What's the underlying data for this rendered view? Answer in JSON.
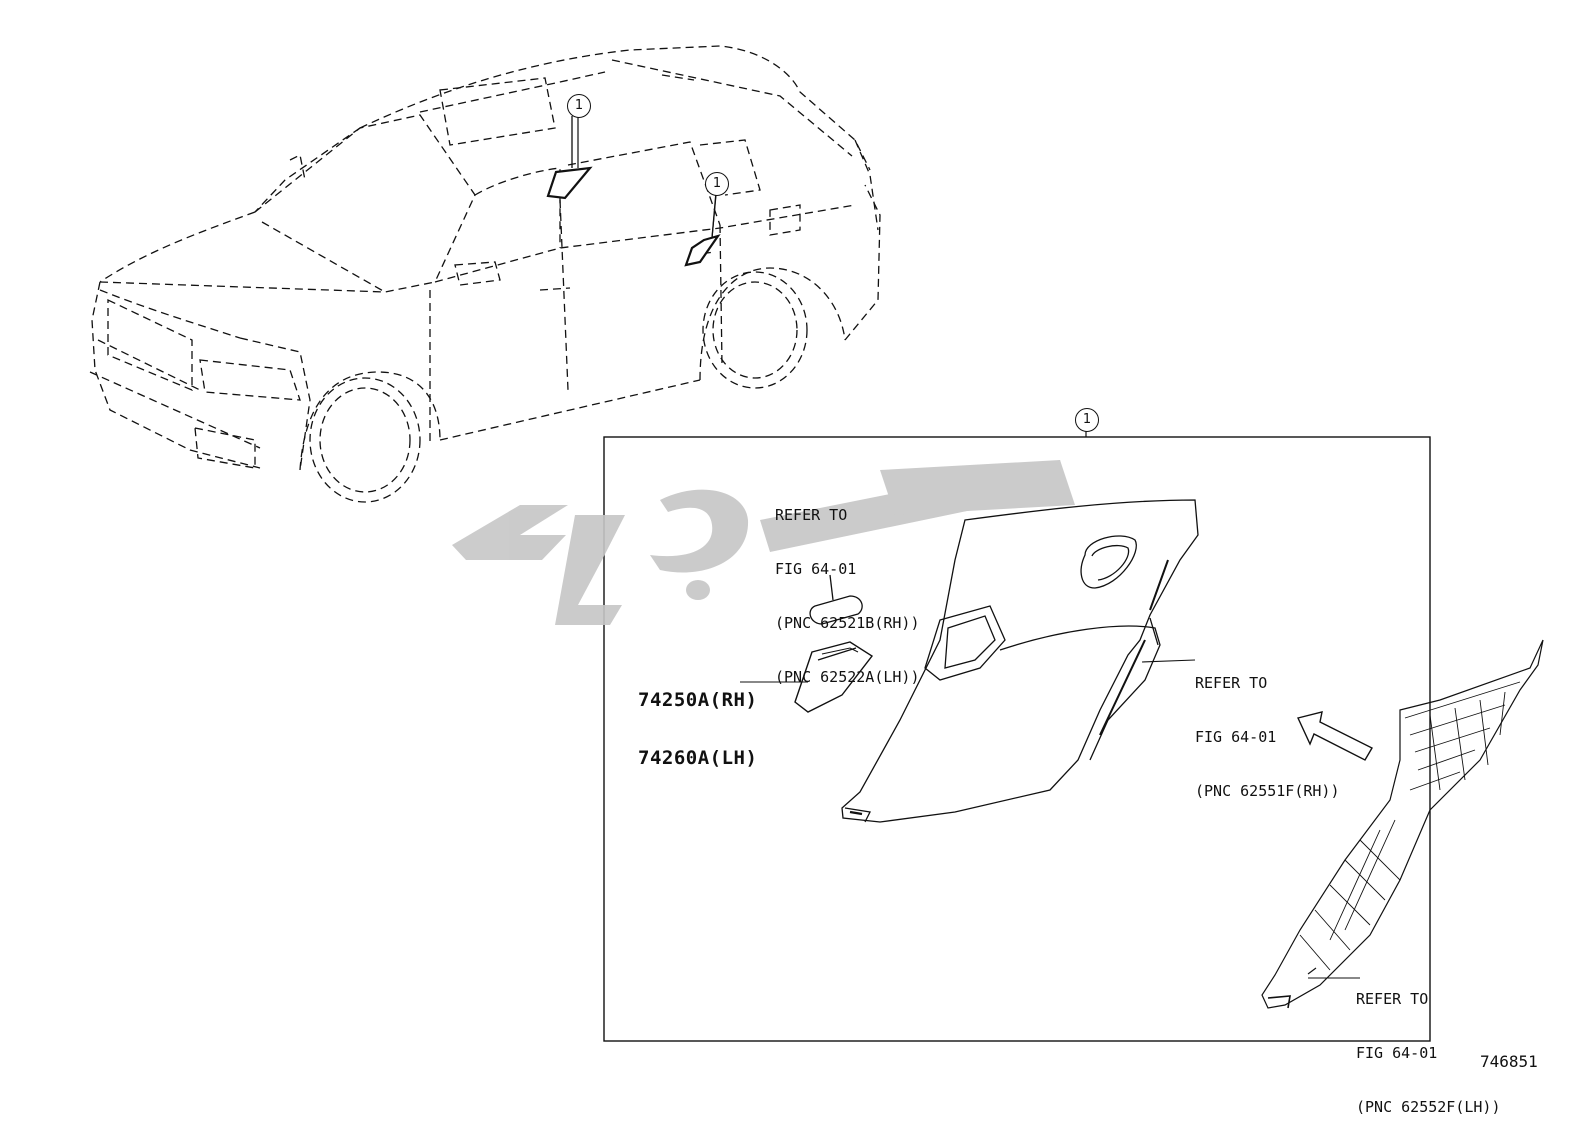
{
  "callouts": {
    "upper_left": "1",
    "upper_right": "1",
    "detail_box": "1"
  },
  "labels": {
    "refer_top": [
      "REFER TO",
      "FIG 64-01",
      "(PNC 62521B(RH))",
      "(PNC 62522A(LH))"
    ],
    "part_number": [
      "74250A(RH)",
      "74260A(LH)"
    ],
    "refer_right": [
      "REFER TO",
      "FIG 64-01",
      "(PNC 62551F(RH))"
    ],
    "refer_bottom": [
      "REFER TO",
      "FIG 64-01",
      "(PNC 62552F(LH))"
    ]
  },
  "figure_number": "746851",
  "watermark": "تکوپارت",
  "colors": {
    "line": "#111111",
    "watermark": "#c8c8c8",
    "background": "#ffffff"
  }
}
